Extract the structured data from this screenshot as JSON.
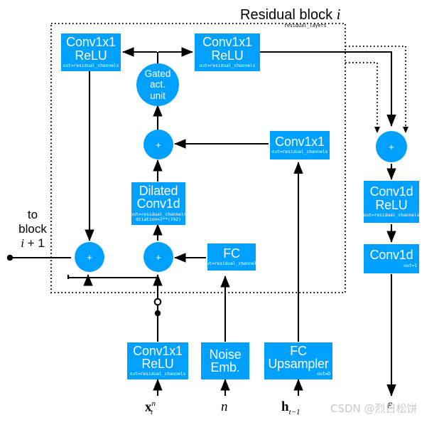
{
  "diagram": {
    "title": "Residual block",
    "title_index": "i",
    "title_subscript": "residual_layers",
    "background": "#ffffff",
    "node_color": "#00A0FF",
    "line_color": "#000000",
    "boundary_style": "dotted"
  },
  "nodes": {
    "conv_left": {
      "line1": "Conv1x1",
      "line2": "ReLU",
      "sub": "out=residual_channels"
    },
    "conv_right": {
      "line1": "Conv1x1",
      "line2": "ReLU",
      "sub": "out=residual_channels"
    },
    "gated": {
      "line1": "Gated",
      "line2": "act.",
      "line3": "unit"
    },
    "plus_mid": {
      "label": "+"
    },
    "plus_left": {
      "label": "+"
    },
    "plus_bottom": {
      "label": "+"
    },
    "plus_skip": {
      "label": "+"
    },
    "dilated": {
      "line1": "Dilated",
      "line2": "Conv1d",
      "sub1": "out=residual_channels",
      "sub2": "dilation=2**(i%2)"
    },
    "conv_cond": {
      "line1": "Conv1x1",
      "sub": "out=residual_channels"
    },
    "fc": {
      "line1": "FC",
      "sub": "out=residual_channels"
    },
    "conv1d_relu": {
      "line1": "Conv1d",
      "line2": "ReLU",
      "sub": "out=residual_channels"
    },
    "conv1d_out": {
      "line1": "Conv1d",
      "sub": "out=1"
    },
    "input_conv": {
      "line1": "Conv1x1",
      "line2": "ReLU",
      "sub": "out=residual_channels"
    },
    "noise_emb": {
      "line1": "Noise",
      "line2": "Emb."
    },
    "fc_upsampler": {
      "line1": "FC",
      "line2": "Upsampler",
      "sub": "out=D"
    }
  },
  "labels": {
    "to_block_l1": "to",
    "to_block_l2": "block",
    "to_block_l3_var": "i",
    "to_block_l3_rest": "+ 1",
    "input_x": "x",
    "input_x_sup": "n",
    "input_x_sub": "t",
    "input_n": "n",
    "input_h": "h",
    "input_h_sub": "t−1",
    "output_eps": "ε",
    "watermark": "CSDN @烈日松饼"
  }
}
